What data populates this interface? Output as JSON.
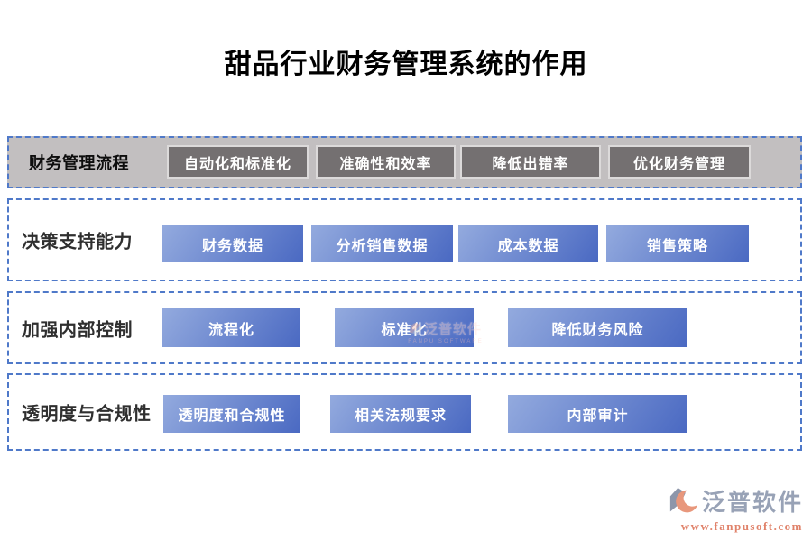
{
  "page": {
    "title": "甜品行业财务管理系统的作用"
  },
  "rows": [
    {
      "label": "财务管理流程",
      "style": "dark",
      "buttons": [
        "自动化和标准化",
        "准确性和效率",
        "降低出错率",
        "优化财务管理"
      ]
    },
    {
      "label": "决策支持能力",
      "style": "blue",
      "buttons": [
        "财务数据",
        "分析销售数据",
        "成本数据",
        "销售策略"
      ]
    },
    {
      "label": "加强内部控制",
      "style": "blue",
      "buttons": [
        "流程化",
        "标准化",
        "降低财务风险"
      ]
    },
    {
      "label": "透明度与合规性",
      "style": "blue",
      "buttons": [
        "透明度和合规性",
        "相关法规要求",
        "内部审计"
      ]
    }
  ],
  "watermark": {
    "text": "泛普软件",
    "subtext": "FANPU SOFTWARE"
  },
  "footer": {
    "brand": "泛普软件",
    "url": "www.fanpusoft.com"
  },
  "icons": {
    "footer_logo": "fanpu-crescent-logo",
    "watermark_logo": "fanpu-crescent-logo"
  },
  "colors": {
    "dashed_border": "#4f79c9",
    "row1_background": "#c2bfc0",
    "dark_button": "#747071",
    "dark_button_border": "#dcdada",
    "blue_button_gradient_from": "#93aade",
    "blue_button_gradient_to": "#4a69c2",
    "button_text": "#ffffff",
    "label_text": "#2f2f2f",
    "brand_text": "#98a2b6",
    "brand_url_text": "#e0826a"
  }
}
